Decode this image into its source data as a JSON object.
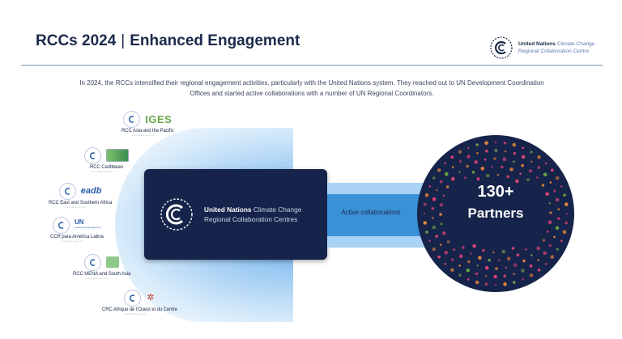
{
  "header": {
    "title_main": "RCCs 2024",
    "separator": "|",
    "title_sub": "Enhanced Engagement",
    "brand_line1_bold": "United Nations",
    "brand_line1_light": "Climate Change",
    "brand_line2": "Regional Collaboration Centre"
  },
  "intro": "In 2024, the RCCs intensified their regional engagement activities, particularly with the United Nations system. They reached out to UN Development Coordination Offices and started active collaborations with a number of UN Regional Coordinators.",
  "rccs": [
    {
      "name": "RCC Asia and the Pacific",
      "partner_logo": "IGES",
      "tiny": "Collaboration  ·  ·  ·"
    },
    {
      "name": "RCC Caribbean",
      "partner_logo": "",
      "tiny": "Collaboration  ·  ·  ·"
    },
    {
      "name": "RCC East and Southern Africa",
      "partner_logo": "eadb",
      "tiny": "Collaboration  ·  ·  ·"
    },
    {
      "name": "CCR para América Latina",
      "partner_logo": "UN",
      "partner_logo_sub": "environment programme",
      "tiny": "Colaboración  ·  ·  ·"
    },
    {
      "name": "RCC MENA and South Asia",
      "partner_logo": "",
      "tiny": "Collaboration  ·  ·  ·"
    },
    {
      "name": "CRC Afrique de l'Ouest et du Centre",
      "partner_logo": "",
      "tiny": "Collaboration  ·  ·  ·"
    }
  ],
  "center": {
    "line1_bold": "United Nations",
    "line1_light": "Climate Change",
    "line2": "Regional Collaboration Centres"
  },
  "collab_label": "Active collaborations",
  "partners": {
    "number": "130+",
    "label": "Partners"
  },
  "colors": {
    "navy": "#16234a",
    "band_dark": "#3b91d7",
    "band_light": "#a9d2f4",
    "dot_pink": "#e8457a",
    "dot_orange": "#f08a3a",
    "dot_green": "#7bbf4a"
  },
  "icons": [
    "unfccc-logo-icon",
    "iges-logo",
    "caribbean-logo",
    "eadb-logo",
    "unep-logo",
    "mena-partner-logo",
    "boad-logo"
  ]
}
